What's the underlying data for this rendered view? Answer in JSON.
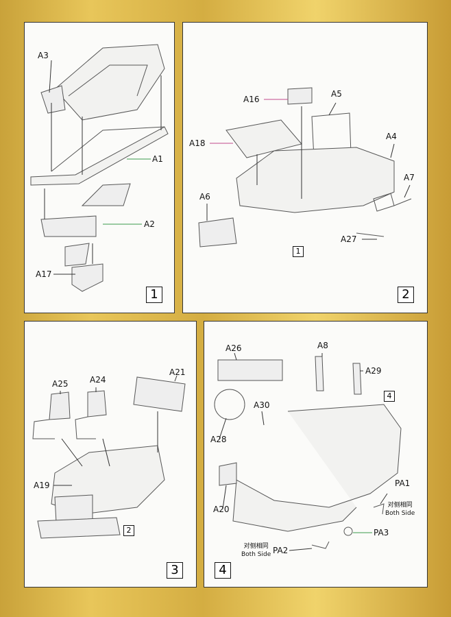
{
  "steps": [
    {
      "number": "1",
      "labels": {
        "a3": "A3",
        "a1": "A1",
        "a2": "A2",
        "a17": "A17"
      }
    },
    {
      "number": "2",
      "ref": "1",
      "labels": {
        "a16": "A16",
        "a5": "A5",
        "a18": "A18",
        "a4": "A4",
        "a6": "A6",
        "a7": "A7",
        "a27": "A27"
      }
    },
    {
      "number": "3",
      "ref": "2",
      "labels": {
        "a25": "A25",
        "a24": "A24",
        "a21": "A21",
        "a19": "A19"
      }
    },
    {
      "number": "4",
      "ref": "4",
      "labels": {
        "a26": "A26",
        "a8": "A8",
        "a29": "A29",
        "a30": "A30",
        "a28": "A28",
        "a20": "A20",
        "pa1": "PA1",
        "pa3": "PA3",
        "pa2": "PA2"
      },
      "notes": {
        "both_side_cn": "对侧相同",
        "both_side_en": "Both Side"
      }
    }
  ],
  "colors": {
    "leader_green": "#3a9a4a",
    "leader_pink": "#c04a8a",
    "background_gold": "#dcb84e"
  }
}
